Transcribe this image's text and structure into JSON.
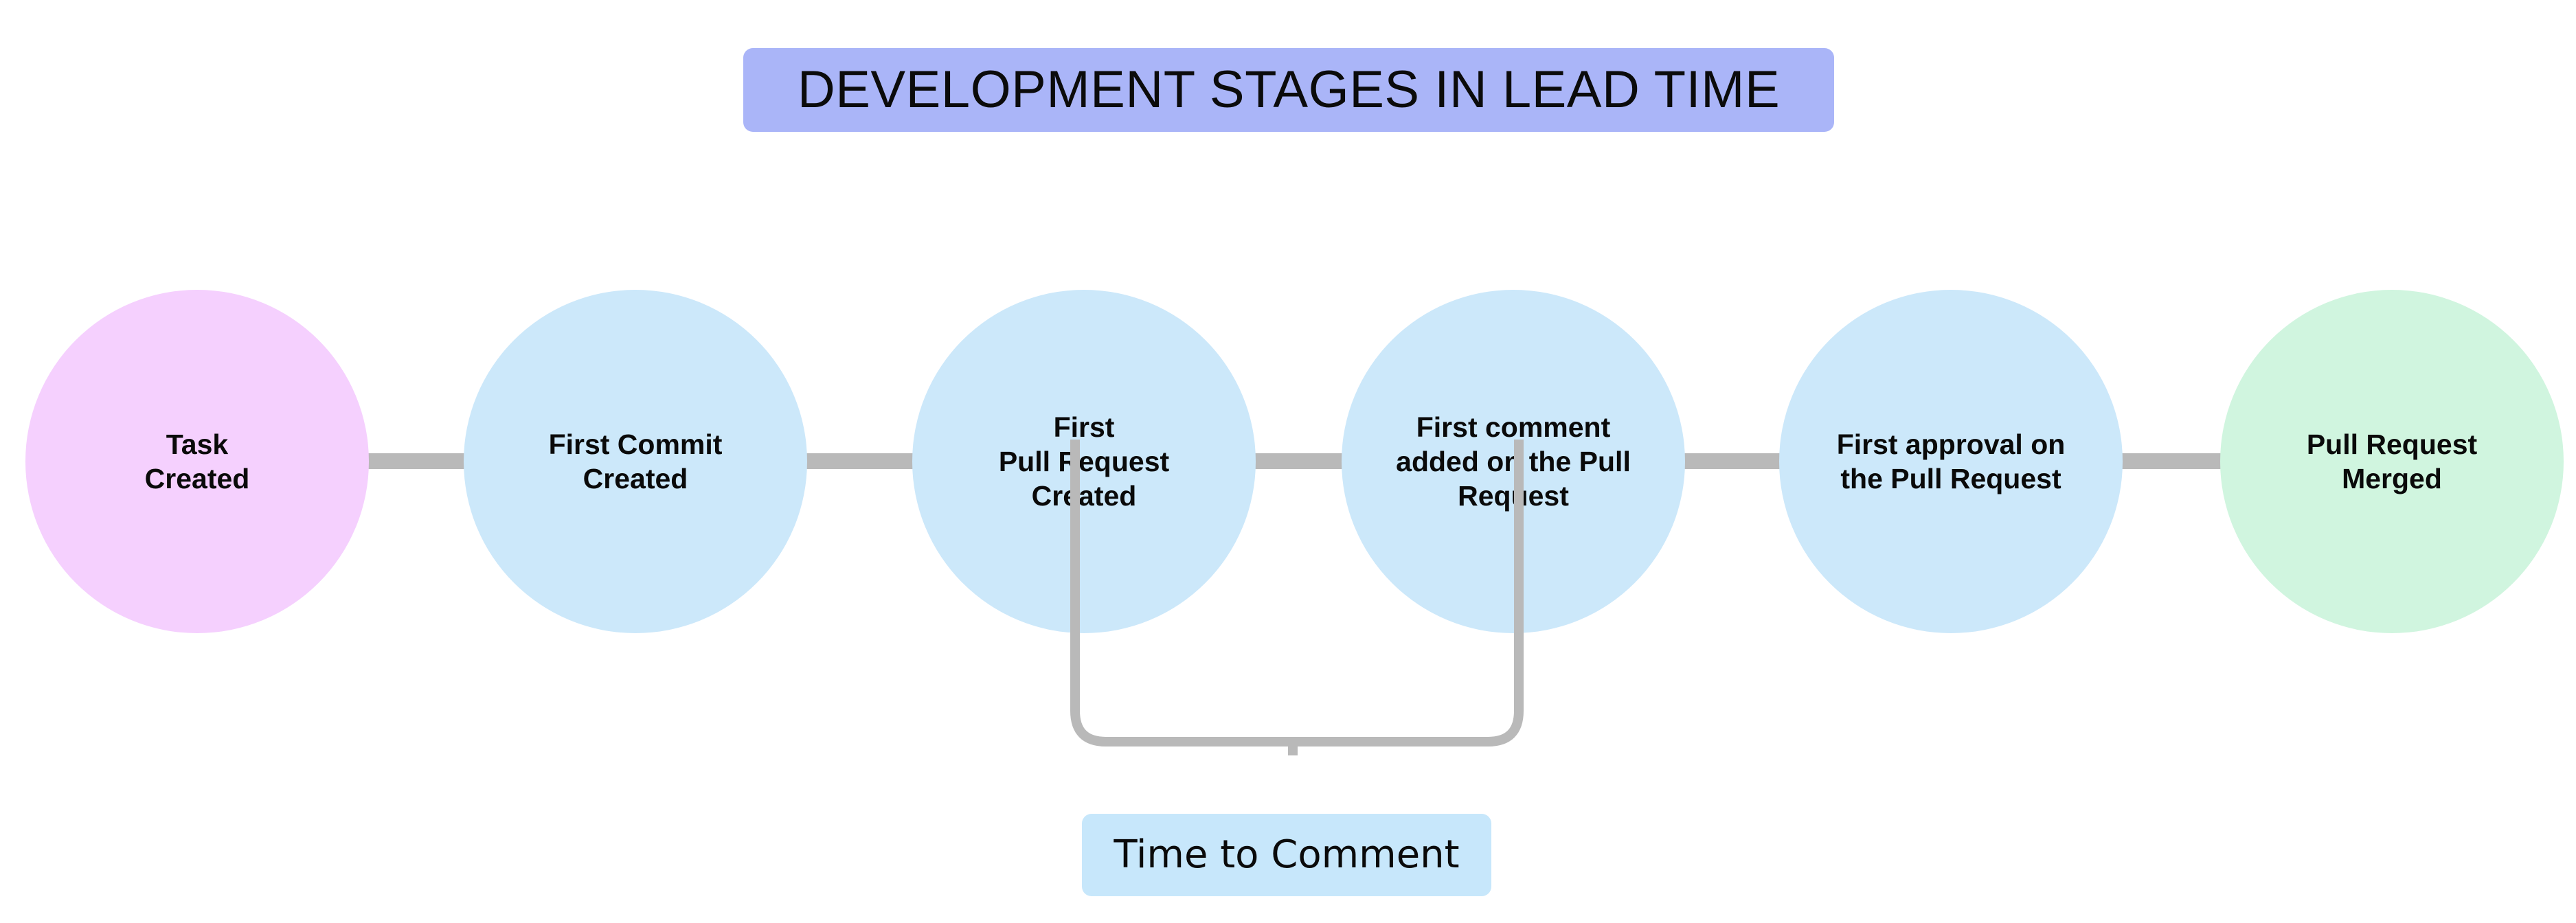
{
  "diagram": {
    "title": "DEVELOPMENT STAGES IN LEAD TIME",
    "title_bg": "#aab5f8",
    "connector_color": "#b9b9b9",
    "background": "#ffffff",
    "nodes": [
      {
        "id": "task-created",
        "label": "Task\nCreated",
        "color": "#f5d0fe"
      },
      {
        "id": "first-commit",
        "label": "First Commit\nCreated",
        "color": "#cce8fa"
      },
      {
        "id": "first-pull-request",
        "label": "First\nPull Request\nCreated",
        "color": "#cce8fa"
      },
      {
        "id": "first-comment",
        "label": "First comment\nadded on the Pull\nRequest",
        "color": "#cce8fa"
      },
      {
        "id": "first-approval",
        "label": "First approval on\nthe Pull Request",
        "color": "#cce8fa"
      },
      {
        "id": "pull-request-merged",
        "label": "Pull Request\nMerged",
        "color": "#d0f5df"
      }
    ],
    "measure": {
      "label": "Time to Comment",
      "bg": "#c7e7fb",
      "from_node": "first-pull-request",
      "to_node": "first-comment"
    }
  }
}
